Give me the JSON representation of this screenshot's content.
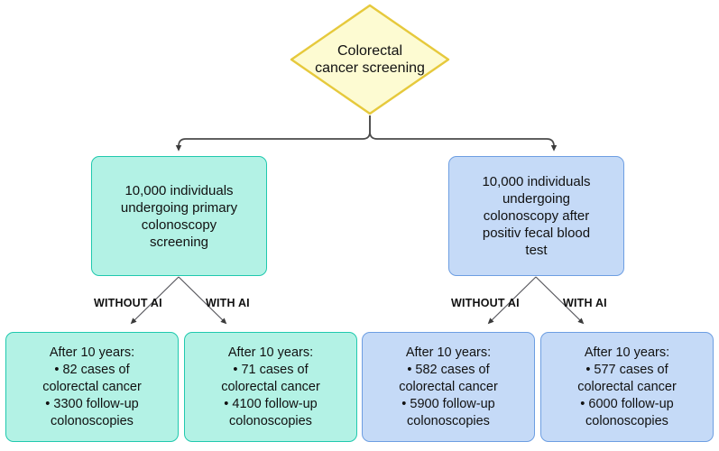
{
  "diagram": {
    "title_node": {
      "id": "root",
      "shape": "diamond",
      "label": "Colorectal\ncancer screening",
      "fill": "#fdfbd2",
      "stroke": "#e6c93c"
    },
    "branches": [
      {
        "id": "primary-colonoscopy",
        "shape": "rounded-rect",
        "color_theme": "teal",
        "fill": "#b3f2e5",
        "stroke": "#20c9ae",
        "label": "10,000 individuals\nundergoing primary\ncolonoscopy\nscreening"
      },
      {
        "id": "colonoscopy-after-fobt",
        "shape": "rounded-rect",
        "color_theme": "blue",
        "fill": "#c5daf7",
        "stroke": "#6d9ee2",
        "label": "10,000 individuals\nundergoing\ncolonoscopy after\npositiv fecal blood\ntest"
      }
    ],
    "edge_labels": {
      "without_ai": "WITHOUT AI",
      "with_ai": "WITH AI"
    },
    "outcomes": [
      {
        "id": "primary-without-ai",
        "color_theme": "teal",
        "heading": "After 10 years:",
        "bullets": [
          "• 82 cases of colorectal cancer",
          "• 3300 follow-up colonoscopies"
        ],
        "label": "After 10 years:\n• 82 cases of\ncolorectal cancer\n• 3300 follow-up\ncolonoscopies",
        "cases": 82,
        "followup_colonoscopies": 3300
      },
      {
        "id": "primary-with-ai",
        "color_theme": "teal",
        "heading": "After 10 years:",
        "bullets": [
          "• 71 cases of colorectal cancer",
          "• 4100 follow-up colonoscopies"
        ],
        "label": "After 10 years:\n• 71 cases of\ncolorectal cancer\n• 4100 follow-up\ncolonoscopies",
        "cases": 71,
        "followup_colonoscopies": 4100
      },
      {
        "id": "fobt-without-ai",
        "color_theme": "blue",
        "heading": "After 10 years:",
        "bullets": [
          "• 582 cases of colorectal cancer",
          "• 5900 follow-up colonoscopies"
        ],
        "label": "After 10 years:\n• 582 cases of\ncolorectal cancer\n• 5900 follow-up\ncolonoscopies",
        "cases": 582,
        "followup_colonoscopies": 5900
      },
      {
        "id": "fobt-with-ai",
        "color_theme": "blue",
        "heading": "After 10 years:",
        "bullets": [
          "• 577 cases of colorectal cancer",
          "• 6000 follow-up colonoscopies"
        ],
        "label": "After 10 years:\n• 577 cases of\ncolorectal cancer\n• 6000 follow-up\ncolonoscopies",
        "cases": 577,
        "followup_colonoscopies": 6000
      }
    ],
    "connector_color": "#4a4a4a"
  }
}
